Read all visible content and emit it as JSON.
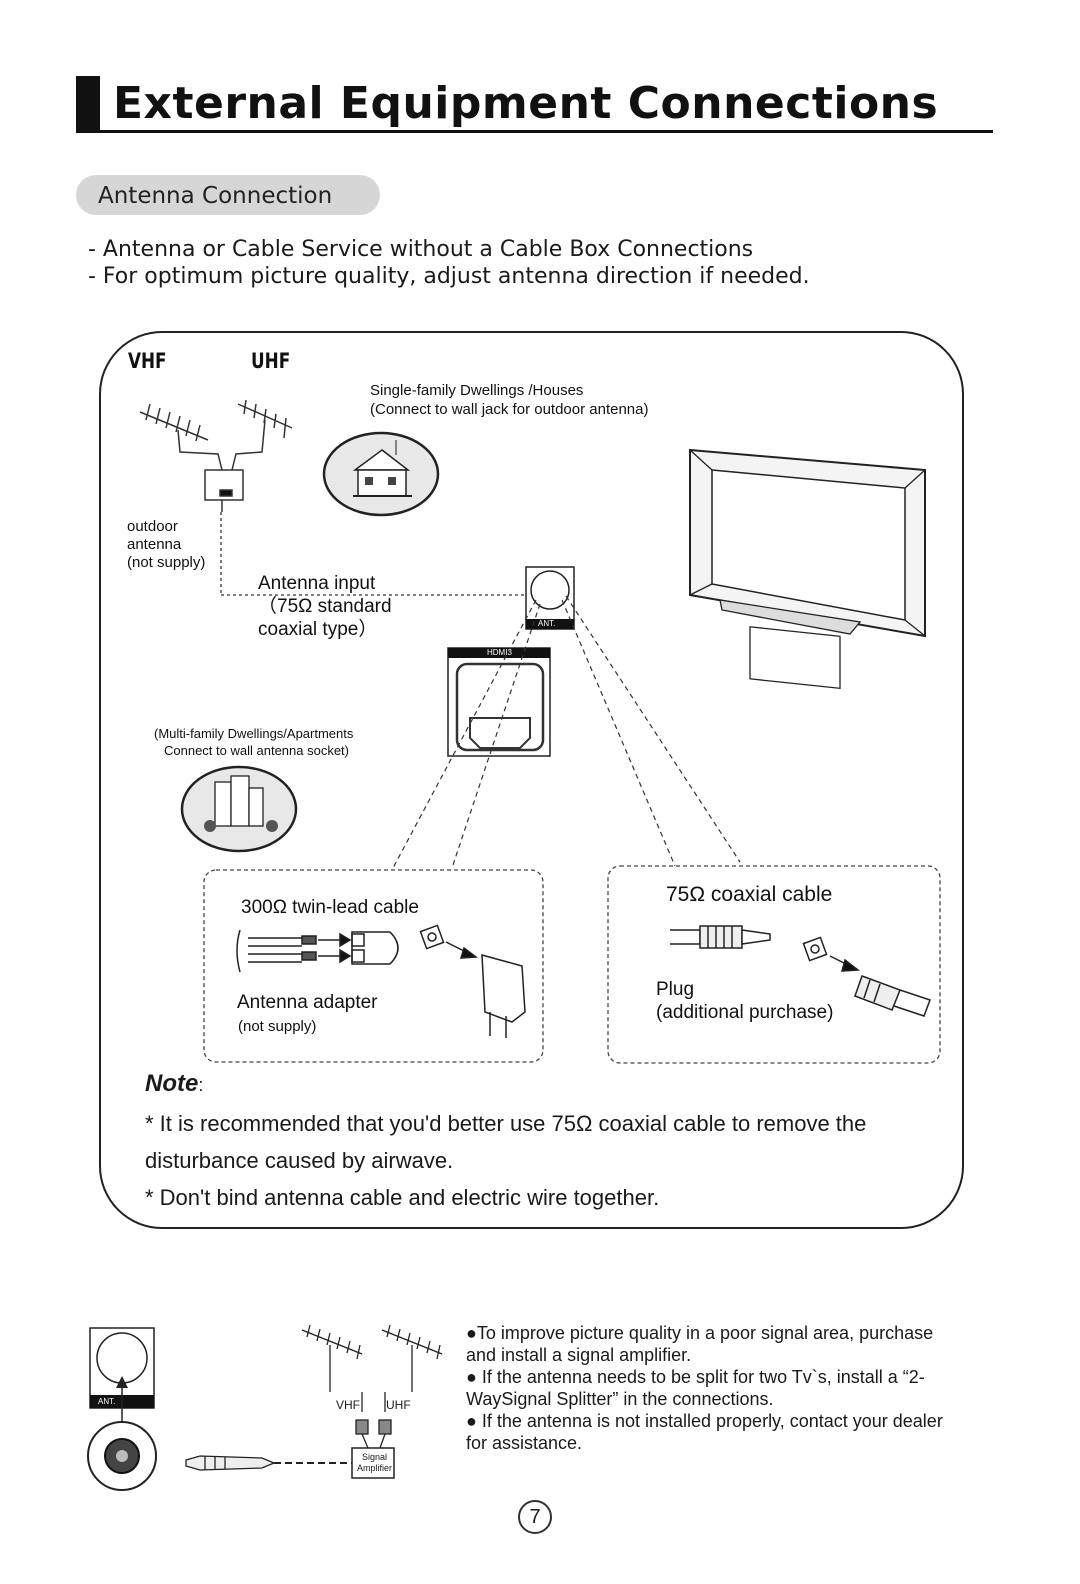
{
  "page": {
    "title": "External Equipment Connections",
    "section": "Antenna Connection",
    "intro": [
      "- Antenna or Cable Service without a Cable Box Connections",
      "- For optimum picture quality, adjust antenna direction if needed."
    ],
    "page_number": "7"
  },
  "diagram": {
    "vhf": "VHF",
    "uhf": "UHF",
    "single_family": [
      "Single-family Dwellings /Houses",
      "(Connect to wall jack for outdoor antenna)"
    ],
    "outdoor_antenna": [
      "outdoor",
      "antenna",
      "(not supply)"
    ],
    "antenna_input": [
      "Antenna input",
      "（75Ω standard",
      "coaxial type）"
    ],
    "ant_port": "ANT.",
    "hdmi": "HDMI3",
    "multi_family": [
      "(Multi-family Dwellings/Apartments",
      "Connect to wall antenna socket)"
    ],
    "twin_lead": "300Ω twin-lead cable",
    "antenna_adapter": "Antenna adapter",
    "adapter_not_supply": "(not supply)",
    "coaxial": "75Ω coaxial cable",
    "plug": [
      "Plug",
      "(additional purchase)"
    ]
  },
  "note": {
    "title": "Note",
    "colon": ":",
    "lines": [
      "* It is recommended that you'd better use 75Ω coaxial cable to remove  the",
      "disturbance caused by airwave.",
      "* Don't bind antenna cable and electric wire together."
    ]
  },
  "amplifier": {
    "vhf": "VHF",
    "uhf": "UHF",
    "ant": "ANT.",
    "signal": "Signal",
    "amplifier": "Amplifier",
    "bullets": [
      "●To improve picture quality in a poor signal area, purchase",
      "and install a signal amplifier.",
      "● If the antenna needs to be split for two Tv`s, install a  “2-",
      "WaySignal Splitter”  in the connections.",
      "● If the antenna is not installed properly, contact your dealer",
      "for assistance."
    ]
  }
}
